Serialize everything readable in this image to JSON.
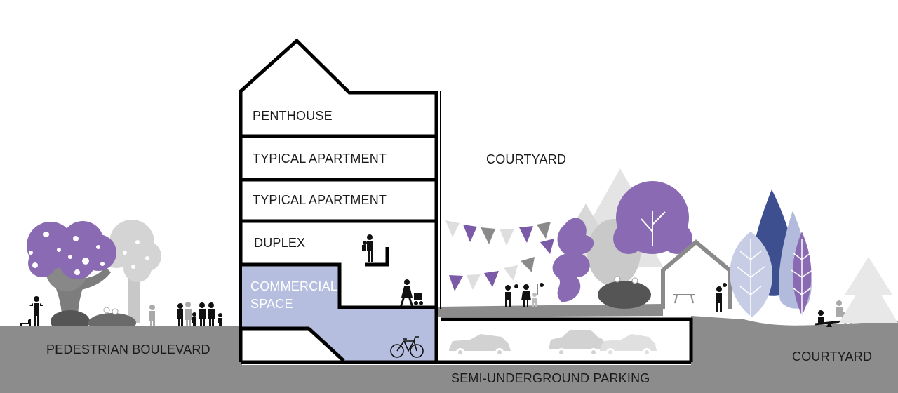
{
  "labels": {
    "penthouse": "PENTHOUSE",
    "typical_apartment_upper": "TYPICAL APARTMENT",
    "typical_apartment_lower": "TYPICAL APARTMENT",
    "duplex": "DUPLEX",
    "commercial_line1": "COMMERCIAL",
    "commercial_line2": "SPACE",
    "courtyard_top": "COURTYARD",
    "pedestrian_boulevard": "PEDESTRIAN BOULEVARD",
    "semi_underground_parking": "SEMI-UNDERGROUND PARKING",
    "courtyard_right": "COURTYARD"
  },
  "colors": {
    "ground": "#8c8c8c",
    "outline": "#000000",
    "commercial_fill": "#b6bee0",
    "purple": "#8a6bb3",
    "dark_purple": "#6e4f9c",
    "navy": "#3d4f8f",
    "light_blue": "#b3bbdc",
    "gray_tree": "#bdbdbd",
    "light_gray_tree": "#dedede",
    "bunting_purple": "#7b5aa8",
    "bunting_gray": "#8a8a8a"
  }
}
